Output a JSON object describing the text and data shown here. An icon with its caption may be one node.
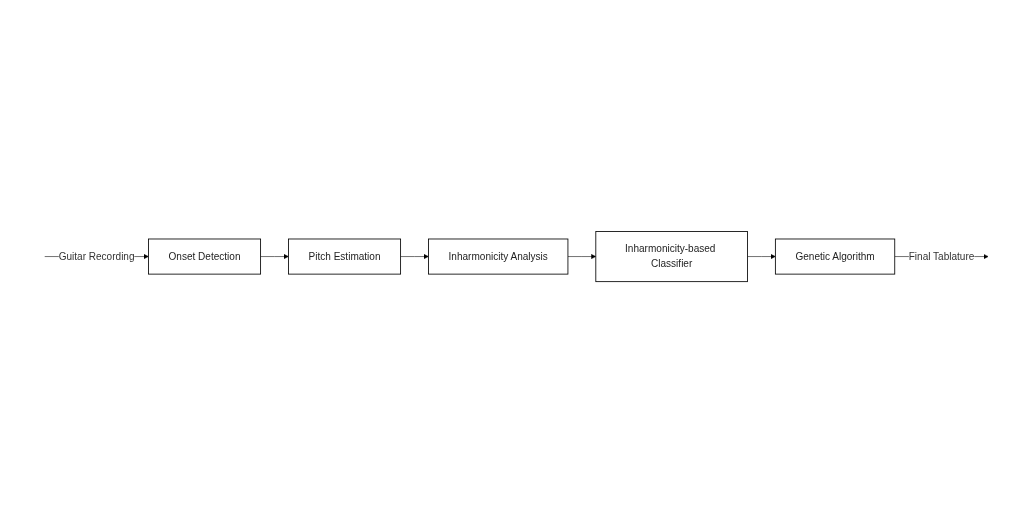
{
  "diagram": {
    "nodes": [
      {
        "text": [
          "Pitch Estimation"
        ]
      },
      {
        "text": [
          "Inharmonicity Analysis"
        ]
      },
      {
        "text": [
          "Inharmonicity-based Classifier"
        ]
      },
      {
        "text": [
          "Onset Detection"
        ]
      },
      {
        "text": [
          "Genetic Algorithm"
        ]
      }
    ],
    "edges": [
      {
        "from": null,
        "to": 3,
        "arrow": "to",
        "label": "Guitar Recording"
      },
      {
        "from": 3,
        "to": 0,
        "arrow": "to"
      },
      {
        "from": 0,
        "to": 1,
        "arrow": "to"
      },
      {
        "from": 1,
        "to": 2,
        "arrow": "to"
      },
      {
        "from": 2,
        "to": 4,
        "arrow": "to"
      },
      {
        "from": 4,
        "to": null,
        "arrow": "to",
        "label": "Final Tablature"
      }
    ]
  }
}
